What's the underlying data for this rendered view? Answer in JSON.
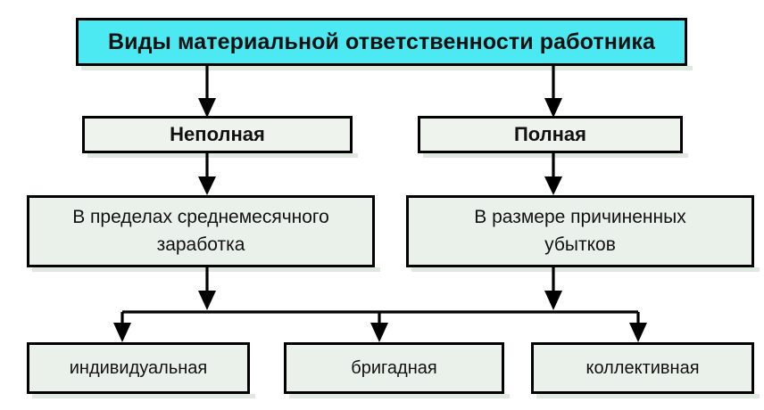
{
  "diagram": {
    "type": "flowchart",
    "title_node": {
      "id": "root",
      "label": "Виды материальной ответственности работника",
      "fill": "#4de9f2",
      "border": "#000000"
    },
    "level2": [
      {
        "id": "incomplete",
        "label": "Неполная",
        "fill": "#eef3ee"
      },
      {
        "id": "complete",
        "label": "Полная",
        "fill": "#eef3ee"
      }
    ],
    "level3": [
      {
        "id": "avg-earnings",
        "label": "В пределах среднемесячного заработка",
        "line1": "В пределах среднемесячного",
        "line2": "заработка",
        "fill": "#eaf1ea"
      },
      {
        "id": "actual-damages",
        "label": "В размере причиненных убытков",
        "line1": "В размере причиненных",
        "line2": "убытков",
        "fill": "#eaf1ea"
      }
    ],
    "leaves": [
      {
        "id": "individual",
        "label": "индивидуальная",
        "fill": "#eaf1ea"
      },
      {
        "id": "brigade",
        "label": "бригадная",
        "fill": "#eaf1ea"
      },
      {
        "id": "collective",
        "label": "коллективная",
        "fill": "#eaf1ea"
      }
    ],
    "connectors": {
      "arrow_color": "#000000",
      "edges": [
        {
          "from": "root",
          "to": "incomplete",
          "style": "straight-down-arrow"
        },
        {
          "from": "root",
          "to": "complete",
          "style": "straight-down-arrow"
        },
        {
          "from": "incomplete",
          "to": "avg-earnings",
          "style": "straight-down-arrow"
        },
        {
          "from": "complete",
          "to": "actual-damages",
          "style": "straight-down-arrow"
        },
        {
          "from": "avg-earnings",
          "to": "distribution-bar",
          "style": "straight-down-arrow"
        },
        {
          "from": "actual-damages",
          "to": "distribution-bar",
          "style": "straight-down-arrow"
        },
        {
          "from": "distribution-bar",
          "to": "individual",
          "style": "elbow-down-arrow"
        },
        {
          "from": "distribution-bar",
          "to": "brigade",
          "style": "elbow-down-arrow"
        },
        {
          "from": "distribution-bar",
          "to": "collective",
          "style": "elbow-down-arrow"
        }
      ]
    }
  }
}
